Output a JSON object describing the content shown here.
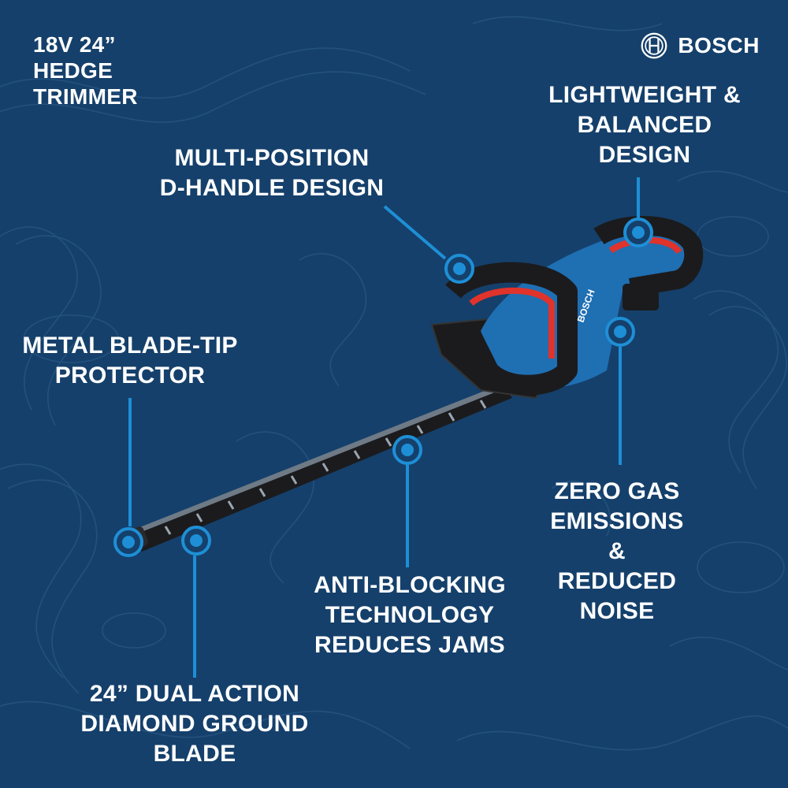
{
  "product_title": [
    "18V 24”",
    "HEDGE",
    "TRIMMER"
  ],
  "brand": {
    "name": "BOSCH",
    "logo_icon": "bosch-armature-logo-icon"
  },
  "features": {
    "lightweight": [
      "LIGHTWEIGHT &",
      "BALANCED",
      "DESIGN"
    ],
    "handle": [
      "MULTI-POSITION",
      "D-HANDLE DESIGN"
    ],
    "blade_tip": [
      "METAL BLADE-TIP",
      "PROTECTOR"
    ],
    "zero_gas": [
      "ZERO GAS",
      "EMISSIONS",
      "&",
      "REDUCED",
      "NOISE"
    ],
    "anti_blocking": [
      "ANTI-BLOCKING",
      "TECHNOLOGY",
      "REDUCES JAMS"
    ],
    "dual_action": [
      "24” DUAL ACTION",
      "DIAMOND GROUND",
      "BLADE"
    ]
  },
  "device_text": "BOSCH",
  "colors": {
    "background": "#15406b",
    "callout": "#1e8fd6",
    "tool_blue": "#1f6fb3",
    "tool_red": "#e0332b",
    "tool_black": "#1b1b1d"
  }
}
